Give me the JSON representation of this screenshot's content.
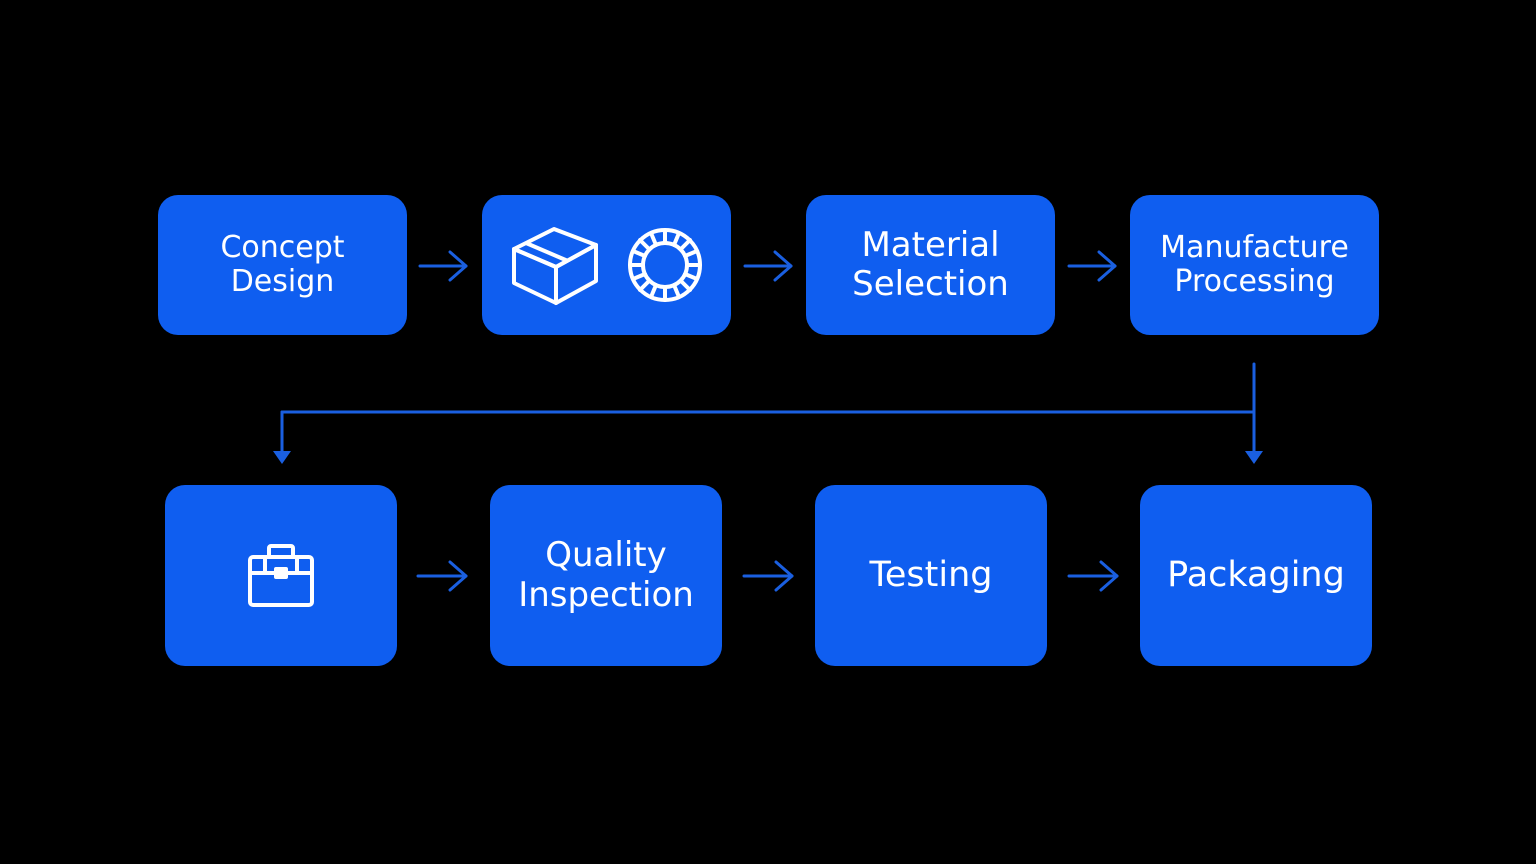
{
  "colors": {
    "background": "#000000",
    "node_fill": "#0f5ef0",
    "connector": "#1a5fe0",
    "text": "#ffffff"
  },
  "nodes": {
    "concept_design": {
      "line1": "Concept",
      "line2": "Design"
    },
    "icons_step": {
      "icon_left": "cube-icon",
      "icon_right": "gear-ring-icon"
    },
    "material_selection": {
      "line1": "Material",
      "line2": "Selection"
    },
    "manufacture_processing": {
      "line1": "Manufacture",
      "line2": "Processing"
    },
    "toolbox_step": {
      "icon": "toolbox-icon"
    },
    "quality_inspection": {
      "line1": "Quality",
      "line2": "Inspection"
    },
    "testing": {
      "label": "Testing"
    },
    "packaging": {
      "label": "Packaging"
    }
  },
  "edges": [
    {
      "from": "concept_design",
      "to": "icons_step"
    },
    {
      "from": "icons_step",
      "to": "material_selection"
    },
    {
      "from": "material_selection",
      "to": "manufacture_processing"
    },
    {
      "from": "manufacture_processing",
      "to": "toolbox_step"
    },
    {
      "from": "manufacture_processing",
      "to": "packaging"
    },
    {
      "from": "toolbox_step",
      "to": "quality_inspection"
    },
    {
      "from": "quality_inspection",
      "to": "testing"
    },
    {
      "from": "testing",
      "to": "packaging"
    }
  ]
}
